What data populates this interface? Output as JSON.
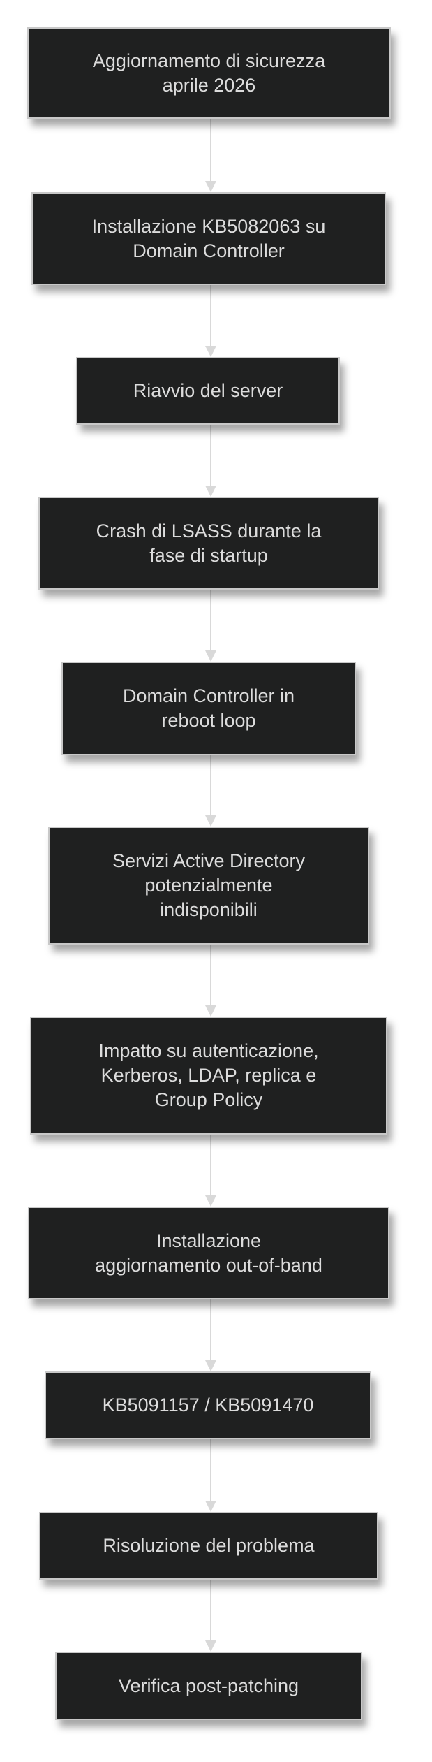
{
  "diagram": {
    "type": "flowchart",
    "direction": "top-down",
    "colors": {
      "node_fill": "#1f2020",
      "node_border": "#c8c8c8",
      "text": "#dcdcdc",
      "edge": "#d9d9d9"
    },
    "nodes": [
      {
        "label": "Aggiornamento di sicurezza\naprile 2026"
      },
      {
        "label": "Installazione KB5082063 su\nDomain Controller"
      },
      {
        "label": "Riavvio del server"
      },
      {
        "label": "Crash di LSASS durante la\nfase di startup"
      },
      {
        "label": "Domain Controller in\nreboot loop"
      },
      {
        "label": "Servizi Active Directory\npotenzialmente\nindisponibili"
      },
      {
        "label": "Impatto su autenticazione,\nKerberos, LDAP, replica e\nGroup Policy"
      },
      {
        "label": "Installazione\naggiornamento out-of-band"
      },
      {
        "label": "KB5091157 / KB5091470"
      },
      {
        "label": "Risoluzione del problema"
      },
      {
        "label": "Verifica post-patching"
      }
    ]
  }
}
